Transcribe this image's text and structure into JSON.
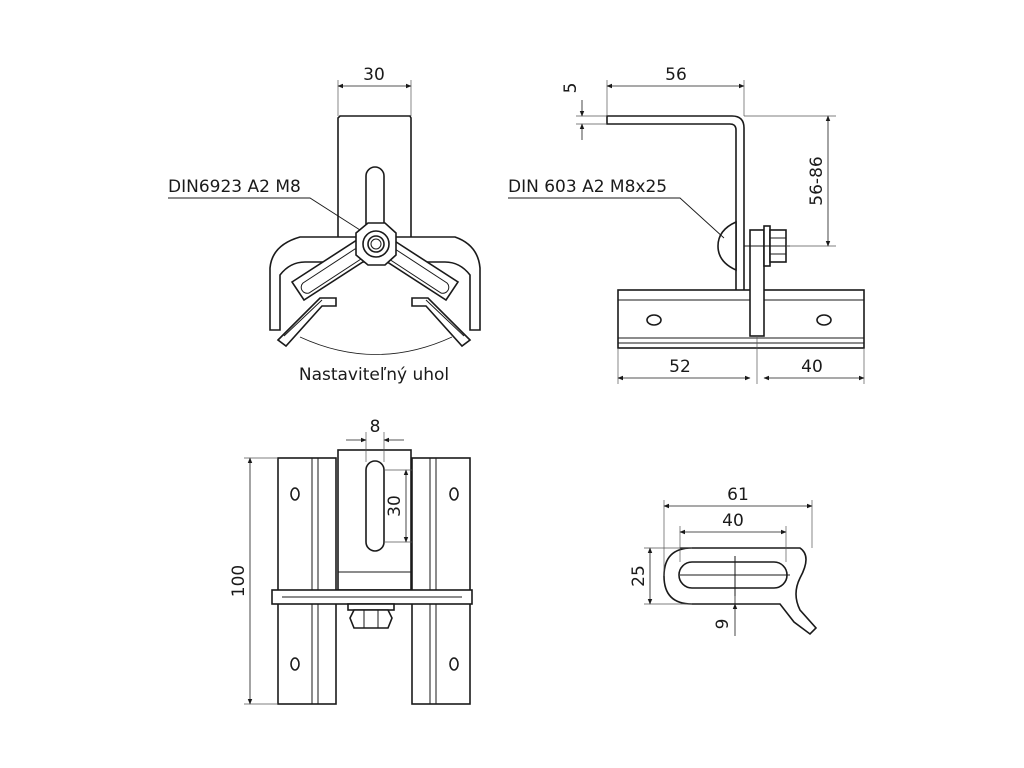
{
  "views": {
    "front": {
      "dim_width": "30",
      "label_nut": "DIN6923 A2 M8",
      "label_angle": "Nastaviteľný uhol"
    },
    "side": {
      "dim_top": "56",
      "dim_thickness": "5",
      "dim_height": "56-86",
      "label_bolt": "DIN 603 A2 M8x25",
      "dim_left": "52",
      "dim_right": "40"
    },
    "bottom": {
      "dim_slot_width": "8",
      "dim_slot_length": "30",
      "dim_total": "100"
    },
    "detail": {
      "dim_total": "61",
      "dim_slot": "40",
      "dim_height": "25",
      "dim_offset": "9"
    }
  }
}
